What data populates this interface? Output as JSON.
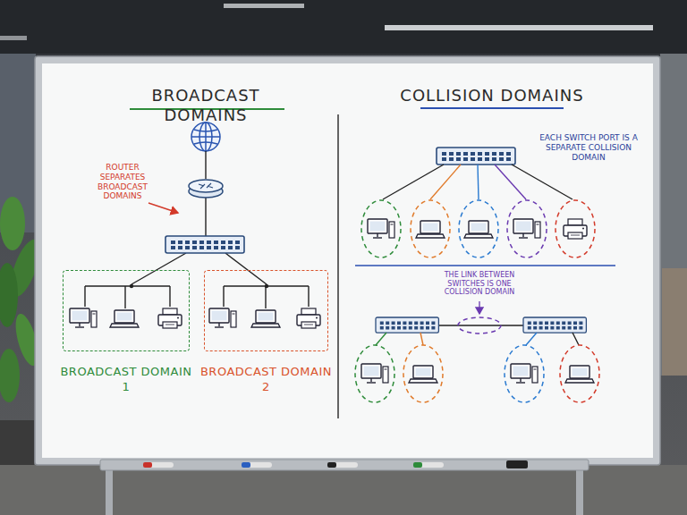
{
  "diagram": {
    "nodes": [
      {
        "text": [
          "BROADCAST DOMAIN 1"
        ]
      },
      {
        "text": [
          "BROADCAST DOMAIN 2"
        ]
      }
    ],
    "labels": [
      "BROADCAST DOMAINS",
      "COLLISION DOMAINS",
      "ROUTER SEPARATES BROADCAST DOMAINS",
      "EACH SWITCH PORT IS A SEPARATE COLLISION DOMAIN",
      "THE LINK BETWEEN SWITCHES IS ONE COLLISION DOMAIN"
    ]
  }
}
